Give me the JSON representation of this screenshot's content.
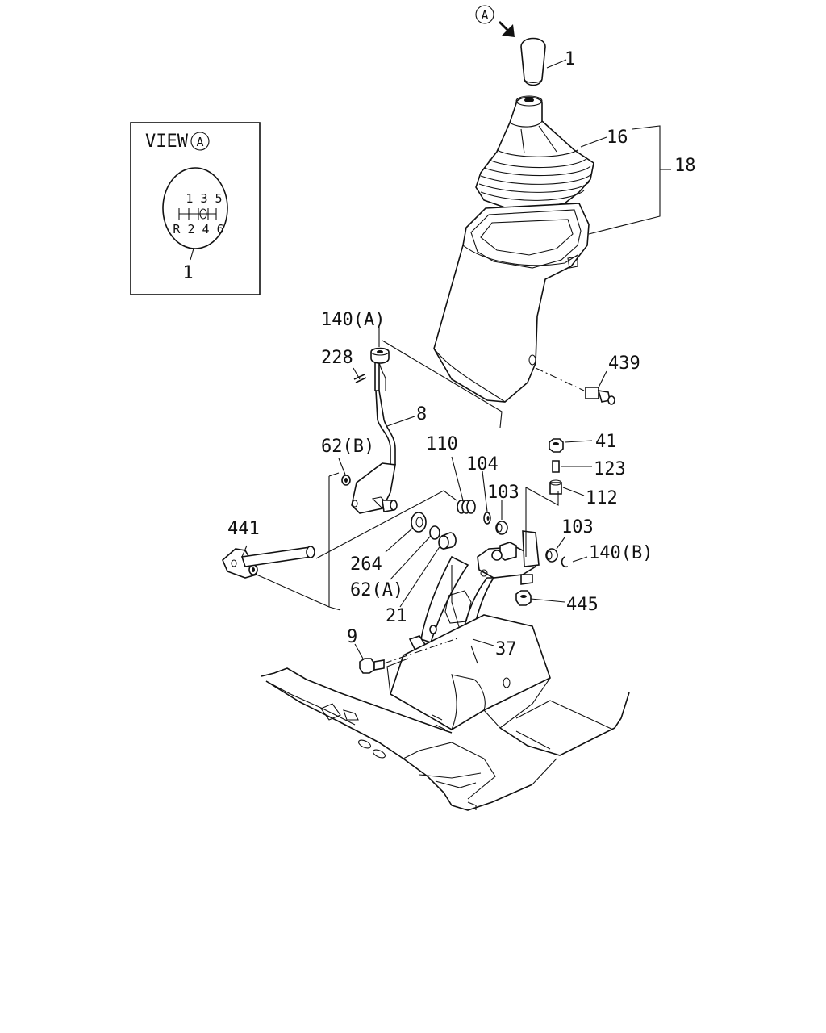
{
  "view_box": {
    "title": "VIEW",
    "circle_letter": "A",
    "shift_top": "1 3 5",
    "shift_bottom": "R 2 4 6",
    "part_label": "1"
  },
  "arrow_marker": "A",
  "labels": {
    "p1": "1",
    "p16": "16",
    "p18": "18",
    "p140a": "140(A)",
    "p228": "228",
    "p439": "439",
    "p8": "8",
    "p62b": "62(B)",
    "p110": "110",
    "p104": "104",
    "p41": "41",
    "p123": "123",
    "p103a": "103",
    "p112": "112",
    "p441": "441",
    "p103b": "103",
    "p140b": "140(B)",
    "p264": "264",
    "p62a": "62(A)",
    "p445": "445",
    "p21": "21",
    "p9": "9",
    "p37": "37"
  }
}
